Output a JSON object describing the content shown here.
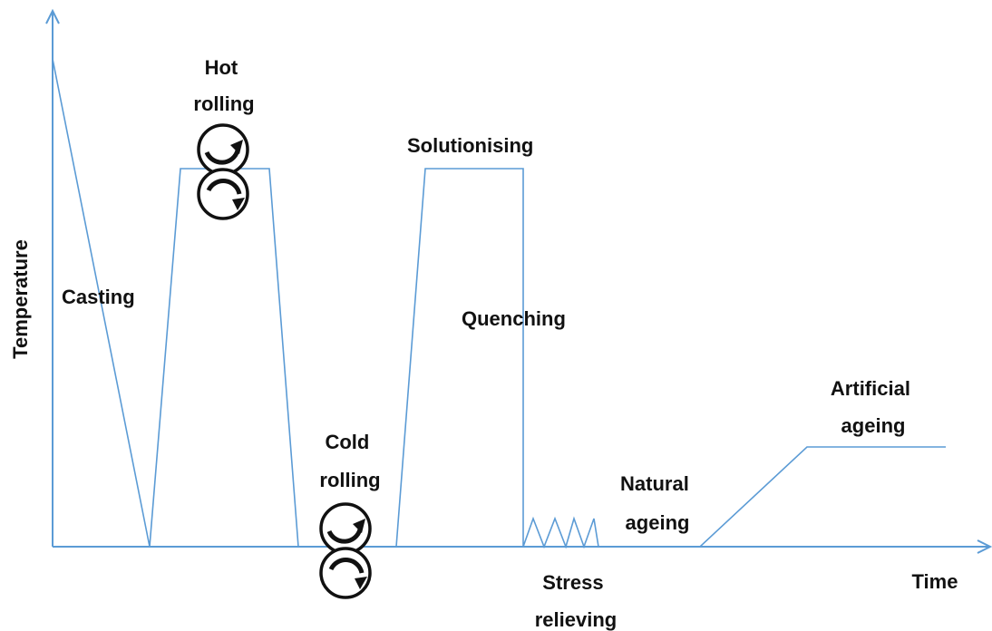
{
  "axes": {
    "x_label": "Time",
    "y_label": "Temperature"
  },
  "stages": {
    "casting": "Casting",
    "hot_rolling": [
      "Hot",
      "rolling"
    ],
    "cold_rolling": [
      "Cold",
      "rolling"
    ],
    "solutionising": "Solutionising",
    "quenching": "Quenching",
    "stress_relieving": [
      "Stress",
      "relieving"
    ],
    "natural_ageing": [
      "Natural",
      "ageing"
    ],
    "artificial_ageing": [
      "Artificial",
      "ageing"
    ]
  },
  "colors": {
    "curve": "#5b9bd5",
    "roller": "#111111",
    "text": "#111111"
  },
  "icons": {
    "roller": "rolling-mill-roller-icon"
  }
}
